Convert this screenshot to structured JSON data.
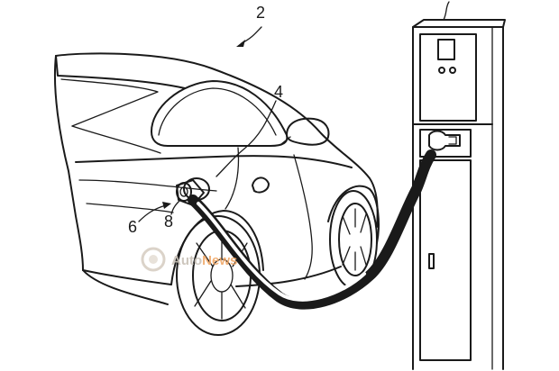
{
  "figure": {
    "refs": {
      "vehicle": "2",
      "body_line": "4",
      "charge_port_area": "6",
      "port_cap": "8"
    },
    "watermark": {
      "text_prefix": "Auto",
      "text_suffix": "News",
      "prefix_color": "#c9c2b8",
      "suffix_color": "#f0a868"
    },
    "colors": {
      "line": "#1a1a1a",
      "cable": "#1a1a1a",
      "background": "#ffffff"
    }
  }
}
